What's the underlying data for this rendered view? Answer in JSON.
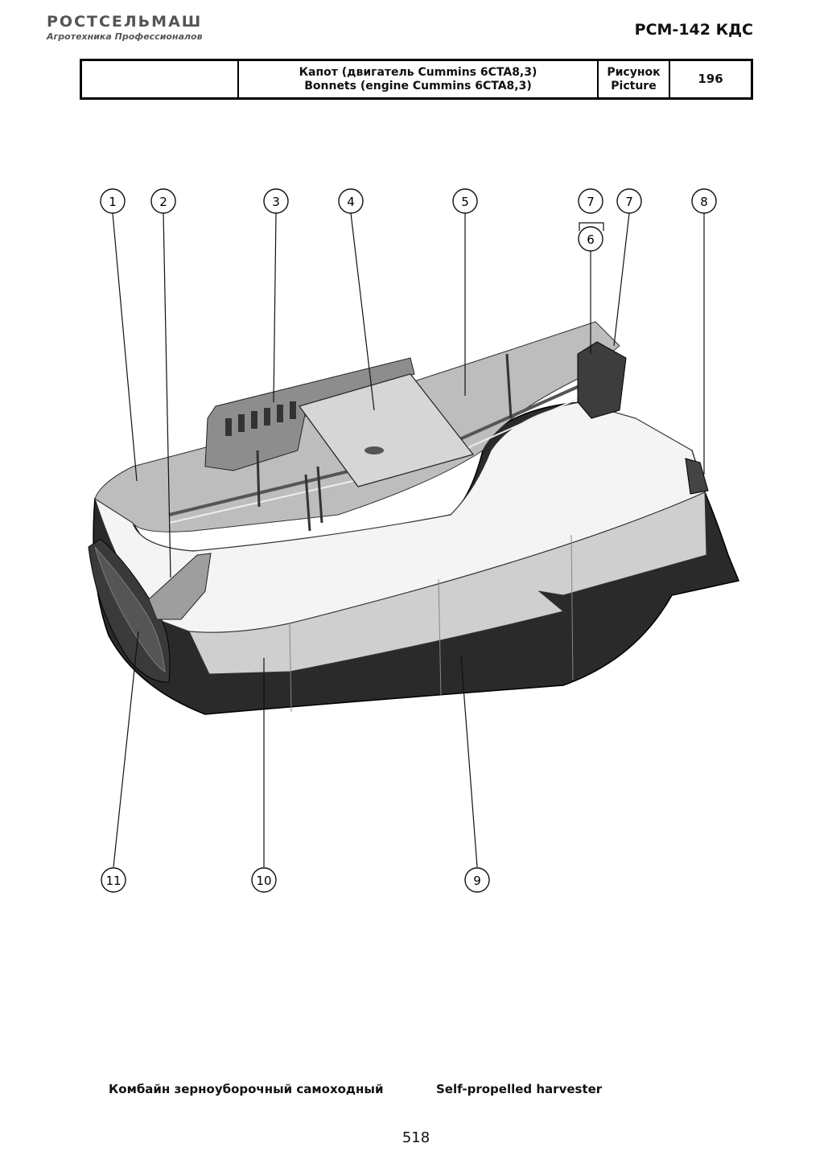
{
  "header": {
    "logo_text": "РОСТСЕЛЬМАШ",
    "logo_subtitle": "Агротехника Профессионалов",
    "model": "РСМ-142 КДС"
  },
  "title_block": {
    "empty_cell": "",
    "title_ru": "Капот (двигатель Cummins 6CTA8,3)",
    "title_en": "Bonnets (engine Cummins 6CTA8,3)",
    "picture_label_ru": "Рисунок",
    "picture_label_en": "Picture",
    "picture_number": "196"
  },
  "callouts": [
    "1",
    "2",
    "3",
    "4",
    "5",
    "7",
    "6",
    "7",
    "8",
    "11",
    "10",
    "9"
  ],
  "footer": {
    "description_ru": "Комбайн зерноуборочный самоходный",
    "description_en": "Self-propelled harvester",
    "page_number": "518"
  }
}
